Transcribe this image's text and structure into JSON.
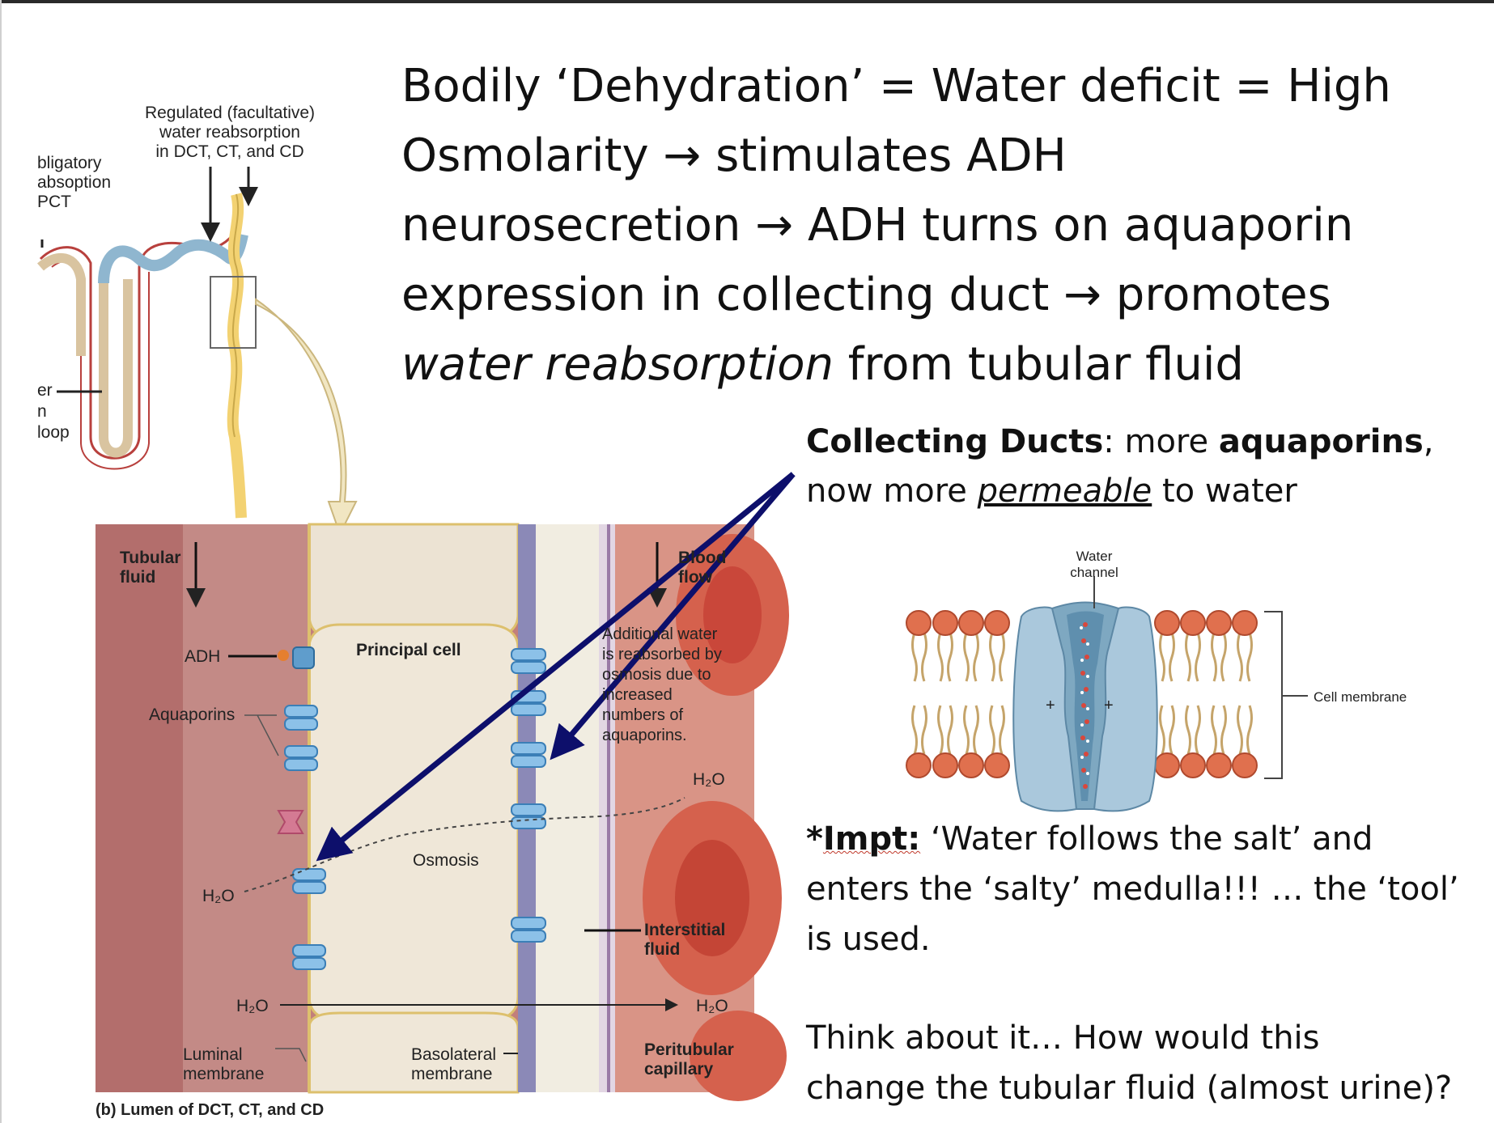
{
  "headline": {
    "line1": "Bodily ‘Dehydration’ = Water deficit = High",
    "line2": "Osmolarity → stimulates ADH",
    "line3": "neurosecretion →  ADH turns on aquaporin",
    "line4": "expression in collecting duct → promotes",
    "line5_italic": "water reabsorption",
    "line5_rest": " from tubular fluid"
  },
  "collecting": {
    "bold1": "Collecting Ducts",
    "text1": ": more ",
    "bold2": "aquaporins",
    "text2": ",",
    "line2_a": "now more ",
    "line2_underlined": "permeable",
    "line2_b": " to water"
  },
  "impt": {
    "prefix": "*",
    "bold": "Impt:",
    "text1": " ‘Water follows the salt’ and",
    "line2": "enters the ‘salty’ medulla!!! … the ‘tool’",
    "line3": "is used."
  },
  "think": {
    "line1": "Think about it…  How would this",
    "line2": "change the tubular fluid (almost urine)?"
  },
  "nephron": {
    "regulated1": "Regulated (facultative)",
    "regulated2": "water reabsorption",
    "regulated3": "in DCT, CT, and CD",
    "obligatory1": "bligatory",
    "obligatory2": "absoption",
    "obligatory3": "PCT",
    "loop1": "er",
    "loop2": "n",
    "loop3": "loop"
  },
  "cell_diagram": {
    "tubular1": "Tubular",
    "tubular2": "fluid",
    "blood1": "Blood",
    "blood2": "flow",
    "adh": "ADH",
    "aquaporins": "Aquaporins",
    "principal": "Principal cell",
    "additional1": "Additional water",
    "additional2": "is reabsorbed by",
    "additional3": "osmosis due to",
    "additional4": "increased",
    "additional5": "numbers of",
    "additional6": "aquaporins.",
    "h2o_right_upper": "H₂O",
    "osmosis": "Osmosis",
    "h2o_left": "H₂O",
    "interstitial1": "Interstitial",
    "interstitial2": "fluid",
    "h2o_bottom_left": "H₂O",
    "h2o_bottom_right": "H₂O",
    "luminal1": "Luminal",
    "luminal2": "membrane",
    "basolateral1": "Basolateral",
    "basolateral2": "membrane",
    "peritubular1": "Peritubular",
    "peritubular2": "capillary",
    "caption": "(b) Lumen of DCT, CT, and CD"
  },
  "channel_diagram": {
    "water1": "Water",
    "water2": "channel",
    "cell_membrane": "Cell membrane",
    "plus_left": "+",
    "plus_right": "+"
  }
}
